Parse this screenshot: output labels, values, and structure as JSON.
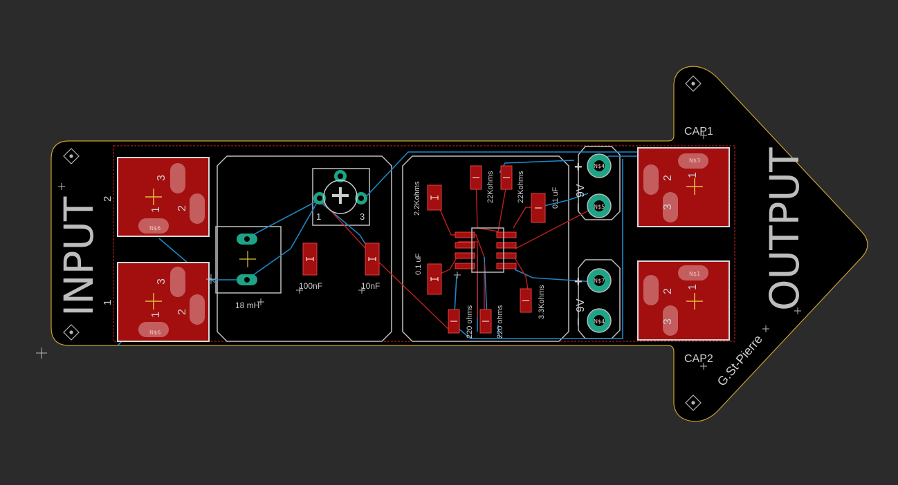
{
  "board": {
    "input_label": "INPUT",
    "output_label": "OUTPUT",
    "author": "G.St-Pierre",
    "input_pin_a": "2",
    "input_pin_b": "1"
  },
  "jacks": [
    {
      "p3": "3",
      "p1": "1",
      "p2": "2",
      "tag": "N$6"
    },
    {
      "p3": "3",
      "p1": "1",
      "p2": "2",
      "tag": "N$6"
    },
    {
      "p3": "3",
      "p1": "1",
      "p2": "2",
      "tag": "N$3"
    },
    {
      "p3": "3",
      "p1": "1",
      "p2": "2",
      "tag": "N$1"
    }
  ],
  "caps": {
    "top": "CAP1",
    "bottom": "CAP2"
  },
  "inductor": {
    "value": "18 mH"
  },
  "pot": {
    "pin_left": "1",
    "pin_right": "3"
  },
  "input_caps": {
    "c1": "100nF",
    "c2": "10nF"
  },
  "opamp_parts": {
    "r1": "2.2Kohms",
    "r2": "22Kohms",
    "r3": "22Kohms",
    "c_top": "0.1 uF",
    "c_left": "0.1 uF",
    "r_bot1": "220 ohms",
    "r_bot2": "220 ohms",
    "r_right": "3.3Kohms"
  },
  "power": {
    "top": {
      "plus": "+",
      "minus": "−",
      "label": "9V",
      "tag_a": "N$4",
      "tag_b": "N$5"
    },
    "bottom": {
      "plus": "+",
      "minus": "−",
      "label": "9V",
      "tag_a": "N$7",
      "tag_b": "N$4"
    }
  }
}
